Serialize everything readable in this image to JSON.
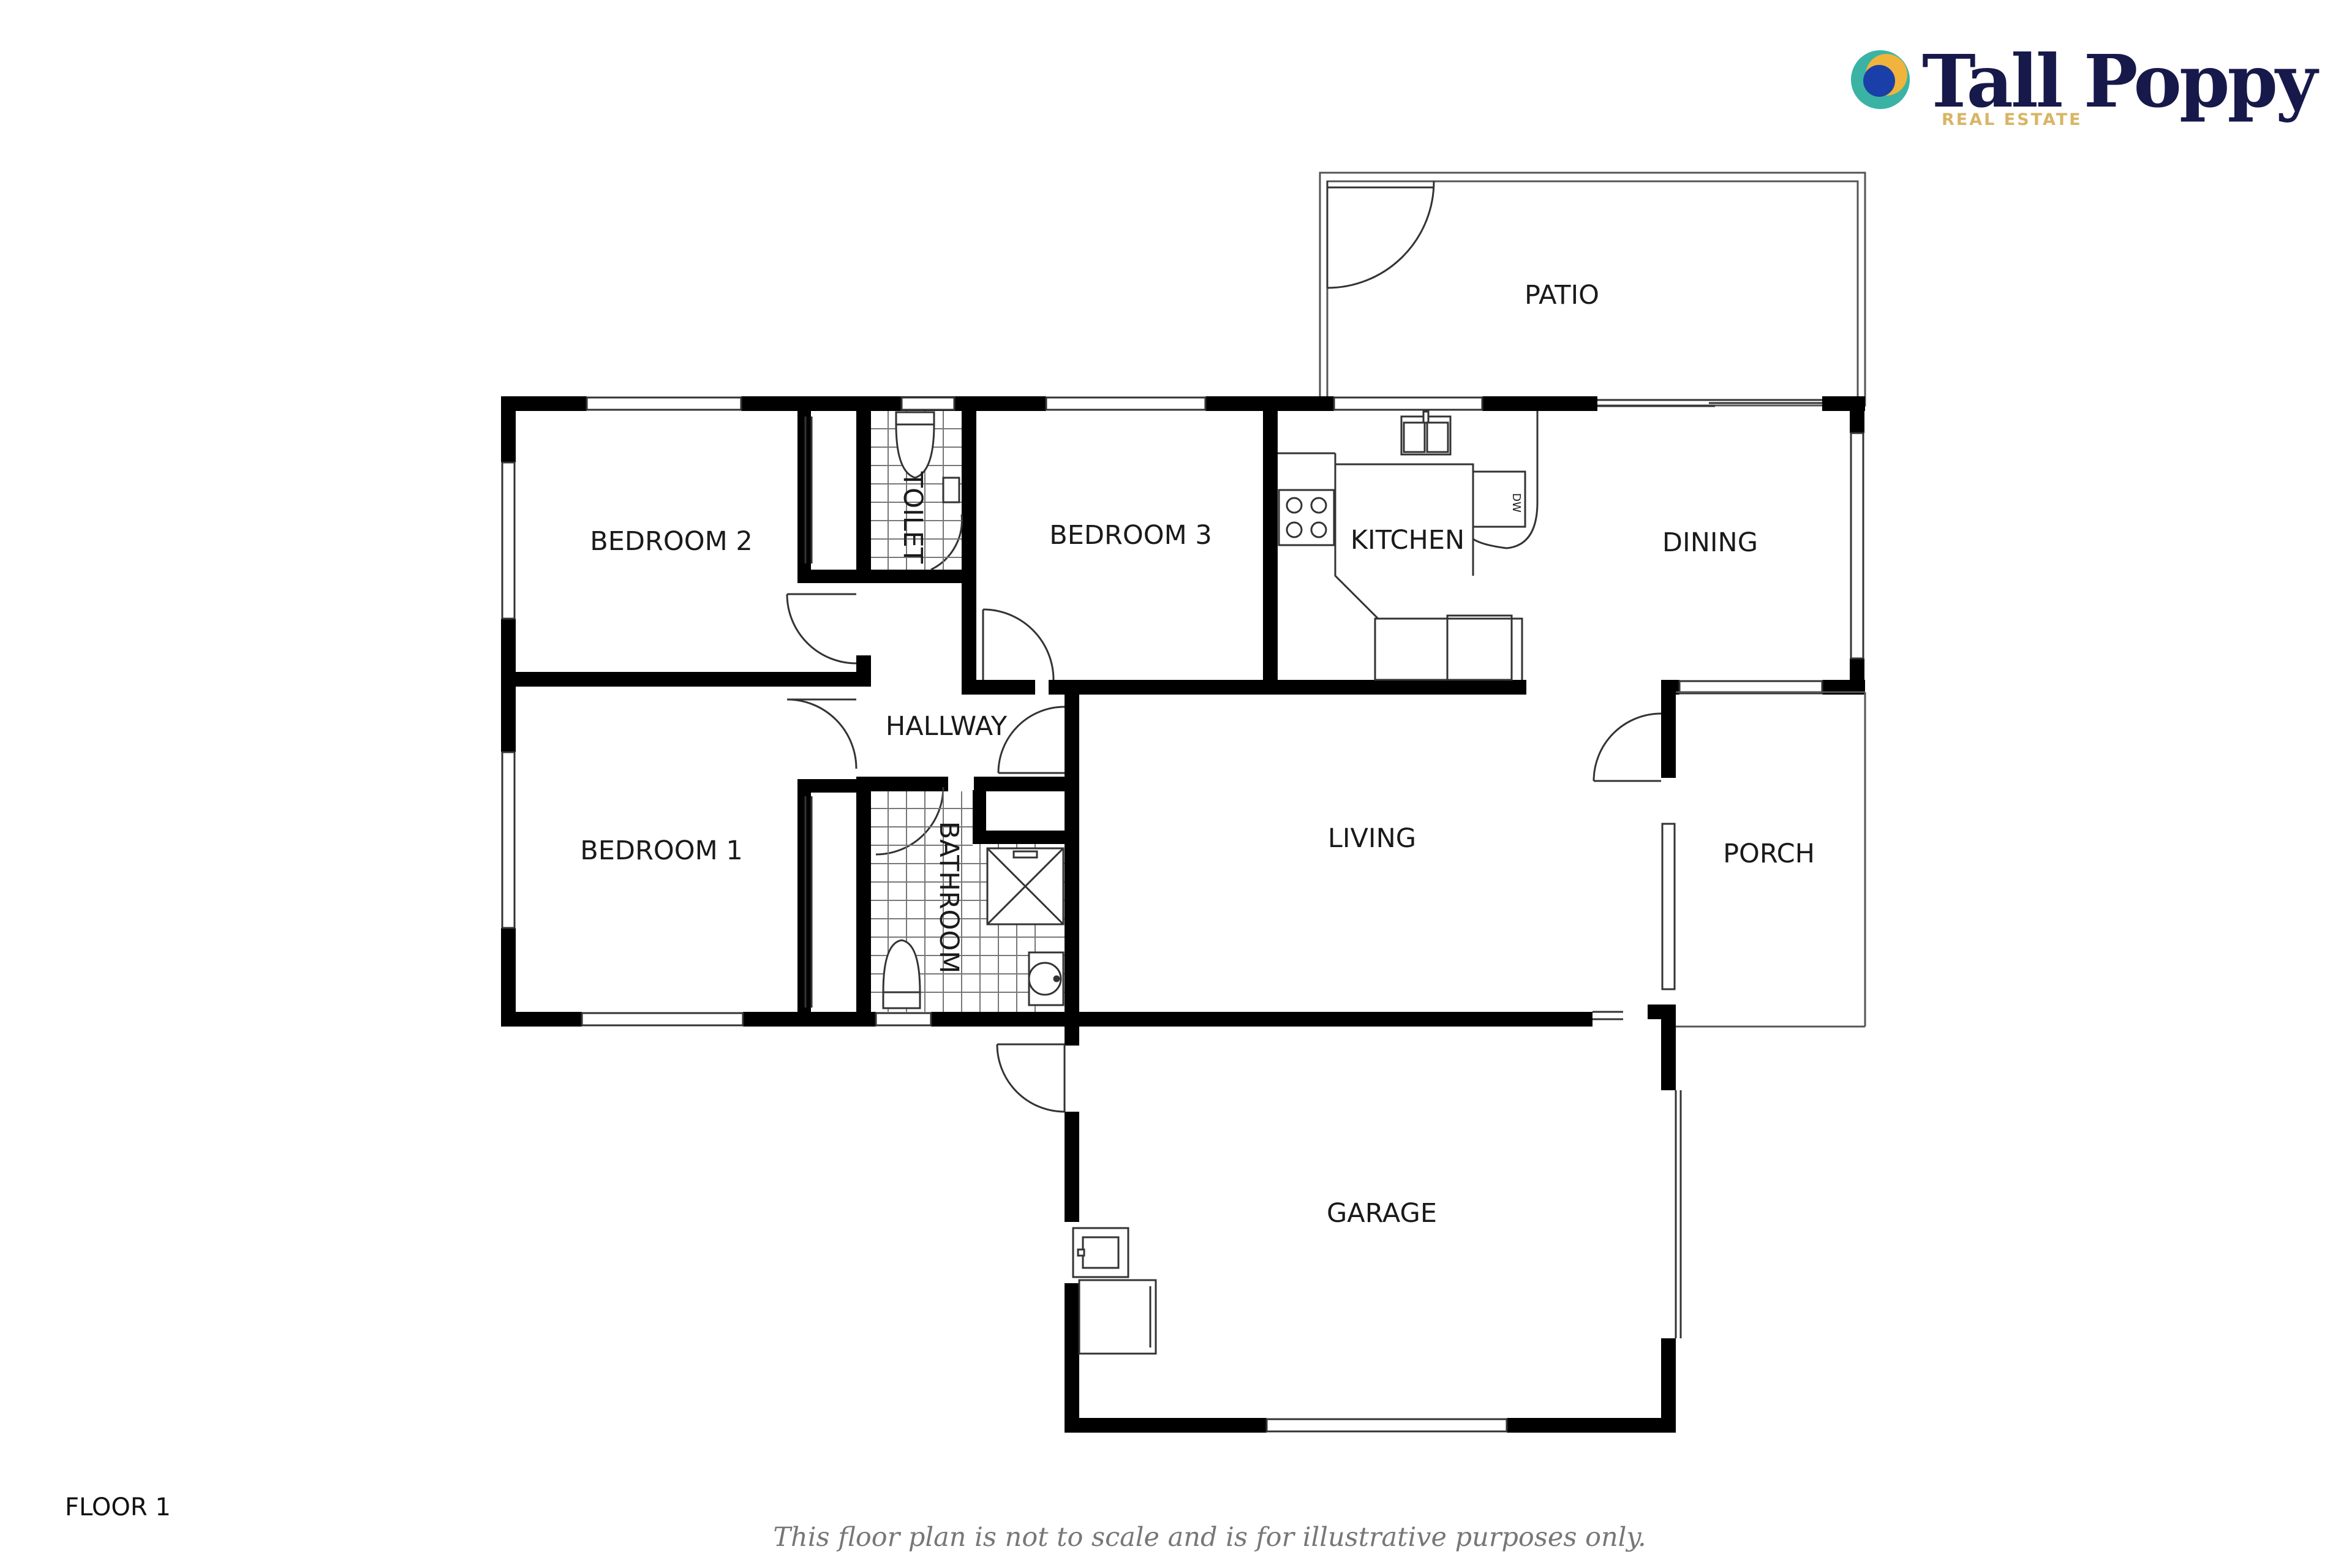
{
  "brand": {
    "name": "Tall Poppy",
    "tagline": "REAL ESTATE",
    "colors": {
      "navy": "#17194a",
      "gold": "#d8b565",
      "teal": "#3ab3a5",
      "blue": "#1b3fa8",
      "amber": "#f0b43c"
    }
  },
  "floor_label": "FLOOR 1",
  "disclaimer": "This floor plan is not to scale and is for illustrative purposes only.",
  "rooms": {
    "patio": "PATIO",
    "bedroom2": "BEDROOM 2",
    "toilet": "TOILET",
    "bedroom3": "BEDROOM 3",
    "kitchen": "KITCHEN",
    "dining": "DINING",
    "hallway": "HALLWAY",
    "bedroom1": "BEDROOM 1",
    "bathroom": "BATHROOM",
    "living": "LIVING",
    "porch": "PORCH",
    "garage": "GARAGE"
  },
  "fixtures": {
    "dishwasher": "DW"
  },
  "colors": {
    "wall": "#000000",
    "line": "#333333",
    "tile": "#555555"
  }
}
